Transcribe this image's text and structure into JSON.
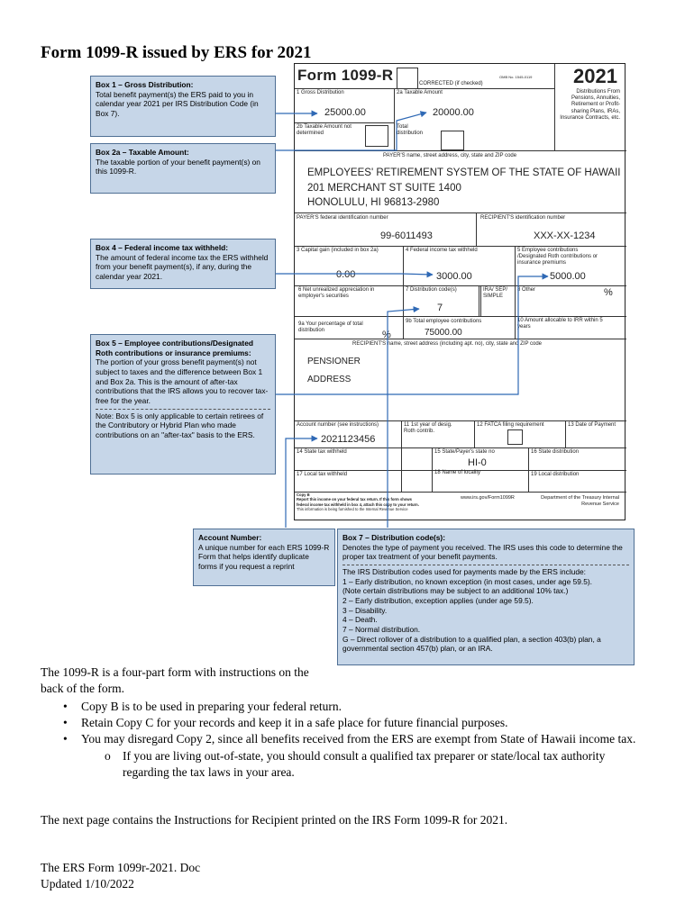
{
  "page_title": "Form 1099-R issued by ERS for 2021",
  "form": {
    "title": "Form 1099-R",
    "year": "2021",
    "omb": "OMB No. 1545-0119",
    "corrected": "CORRECTED (if checked)",
    "dist_desc": "Distributions From Pensions, Annuities, Retirement or Profit-sharing Plans, IRAs, Insurance Contracts, etc.",
    "box1_label": "1 Gross Distribution",
    "box1_value": "25000.00",
    "box2a_label": "2a Taxable Amount",
    "box2a_value": "20000.00",
    "box2b_label": "2b Taxable Amount not determined",
    "total_dist_label": "Total distribution",
    "payer_label": "PAYER'S name, street address, city, state and ZIP code",
    "payer_name": "EMPLOYEES' RETIREMENT SYSTEM OF THE STATE OF HAWAII",
    "payer_street": "201 MERCHANT ST SUITE 1400",
    "payer_city": "HONOLULU, HI  96813-2980",
    "payer_fid_label": "PAYER'S federal identification number",
    "payer_fid_value": "99-6011493",
    "recipient_id_label": "RECIPIENT'S identification number",
    "recipient_id_value": "XXX-XX-1234",
    "box3_label": "3 Capital gain (included in box 2a)",
    "box3_value": "0.00",
    "box4_label": "4 Federal income tax withheld",
    "box4_value": "3000.00",
    "box5_label": "5 Employee contributions /Designated Roth contributions or insurance premiums",
    "box5_value": "5000.00",
    "box6_label": "6 Net unrealized appreciation in employer's securities",
    "box7_label": "7 Distribution code(s)",
    "box7_value": "7",
    "ira_label": "IRA/ SEP/ SIMPLE",
    "box8_label": "8 Other",
    "box8_pct": "%",
    "box9a_label": "9a Your percentage of total distribution",
    "box9a_pct": "%",
    "box9b_label": "9b Total employee contributions",
    "box9b_value": "75000.00",
    "box10_label": "10 Amount allocable to IRR within 5 years",
    "recipient_label": "RECIPIENT'S name, street address (including apt. no), city, state and ZIP code",
    "recipient_name": "PENSIONER",
    "recipient_address": "ADDRESS",
    "account_label": "Account number (see instructions)",
    "account_value": "2021123456",
    "box11_label": "11 1st year of desig. Roth contrib.",
    "box12_label": "12  FATCA filing requirement",
    "box13_label": "13 Date of Payment",
    "box14_label": "14 State tax withheld",
    "box15_label": "15 State/Payer's state no",
    "box15_value": "HI-0",
    "box16_label": "16 State distribution",
    "box17_label": "17  Local tax withheld",
    "box18_label": "18 Name of locality",
    "box19_label": "19  Local distribution",
    "copyb_title": "Copy B",
    "copyb_line1": "Report this income on your federal tax return. If this form shows",
    "copyb_line2": "federal income tax withheld in box 4, attach this copy to your return.",
    "copyb_line3": "This information is being furnished to the Internal Revenue Service",
    "irs_url": "www.irs.gov/Form1099R",
    "dept": "Department of the Treasury Internal Revenue Service"
  },
  "callouts": {
    "box1_title": "Box 1 – Gross Distribution:",
    "box1_text": "Total benefit payment(s) the ERS paid to you in calendar year 2021 per IRS Distribution Code (in Box 7).",
    "box2a_title": "Box 2a – Taxable Amount:",
    "box2a_text": "The taxable portion of your benefit payment(s) on this 1099-R.",
    "box4_title": "Box 4 – Federal income tax withheld:",
    "box4_text": "The amount of federal income tax the ERS withheld from your benefit payment(s), if any, during the calendar year 2021.",
    "box5_title": "Box 5 – Employee contributions/Designated Roth contributions or insurance premiums:",
    "box5_text": "The portion of your gross benefit payment(s) not subject to taxes and the difference between Box 1 and Box 2a.  This is the amount of after-tax contributions that the IRS allows you to recover tax-free for the year.",
    "box5_note": "Note:  Box 5 is only applicable to certain retirees of the Contributory or Hybrid Plan who made contributions on an \"after-tax\" basis to the ERS.",
    "account_title": "Account Number:",
    "account_text": "A unique number for each ERS 1099-R Form that helps identify duplicate forms if you request a reprint",
    "box7_title": "Box 7 – Distribution code(s):",
    "box7_text": "Denotes the type of payment you received.  The IRS uses this code to determine the proper tax treatment of your benefit payments.",
    "box7_codes_intro": "The IRS Distribution codes used for payments made by the ERS include:",
    "box7_code1": "1 – Early distribution, no known exception (in most cases, under age 59.5).",
    "box7_code1_note": "(Note certain distributions may be subject to an additional 10% tax.)",
    "box7_code2": "2 – Early distribution, exception applies (under age 59.5).",
    "box7_code3": "3 – Disability.",
    "box7_code4": "4 – Death.",
    "box7_code7": "7 – Normal distribution.",
    "box7_codeG": "G – Direct rollover of a distribution to a qualified plan, a section 403(b) plan, a governmental section 457(b) plan, or an IRA."
  },
  "body": {
    "intro": "The 1099-R is a four-part form with instructions on the back of the form.",
    "bullet1": "Copy B is to be used in preparing your federal return.",
    "bullet2": "Retain Copy C for your records and keep it in a safe place for future financial purposes.",
    "bullet3": "You may disregard Copy 2, since all benefits received from the ERS are exempt from State of Hawaii income tax.",
    "sub_mark": "o",
    "sub1": "If you are living out-of-state, you should consult a qualified tax preparer or state/local tax authority regarding the tax laws in your area.",
    "next_page": "The next page contains the Instructions for Recipient printed on the IRS Form 1099-R for 2021."
  },
  "footer": {
    "line1": "The ERS Form 1099r-2021. Doc",
    "line2": "Updated 1/10/2022"
  },
  "colors": {
    "callout_fill": "#c6d6e8",
    "callout_border": "#4f6f94",
    "arrow": "#2f69b5"
  }
}
